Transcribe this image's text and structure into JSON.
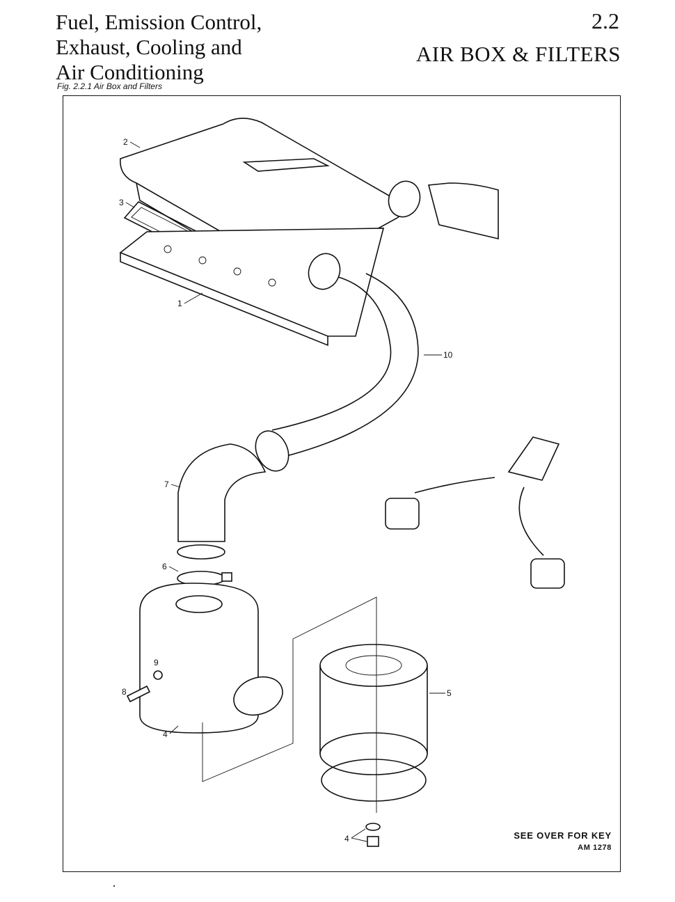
{
  "header": {
    "section_title_lines": [
      "Fuel, Emission Control,",
      "Exhaust, Cooling and",
      "Air Conditioning"
    ],
    "section_number": "2.2",
    "page_title": "AIR BOX & FILTERS"
  },
  "figure": {
    "caption": "Fig. 2.2.1  Air Box and Filters",
    "callouts": [
      {
        "id": "c2",
        "label": "2"
      },
      {
        "id": "c3",
        "label": "3"
      },
      {
        "id": "c1",
        "label": "1"
      },
      {
        "id": "c10",
        "label": "10"
      },
      {
        "id": "c7",
        "label": "7"
      },
      {
        "id": "c6",
        "label": "6"
      },
      {
        "id": "c9",
        "label": "9"
      },
      {
        "id": "c8",
        "label": "8"
      },
      {
        "id": "c4a",
        "label": "4"
      },
      {
        "id": "c5",
        "label": "5"
      },
      {
        "id": "c4b",
        "label": "4"
      }
    ],
    "note": "SEE OVER FOR KEY",
    "drawing_number": "AM 1278"
  }
}
